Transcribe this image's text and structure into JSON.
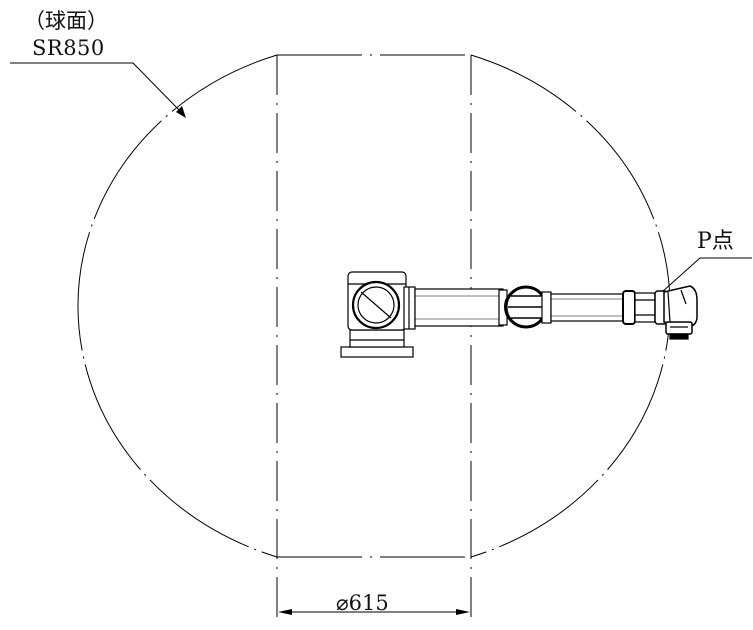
{
  "labels": {
    "surface": "（球面）",
    "radius": "SR850",
    "point": "P点",
    "diameter": "⌀615"
  },
  "colors": {
    "line": "#000000",
    "background": "#ffffff"
  }
}
